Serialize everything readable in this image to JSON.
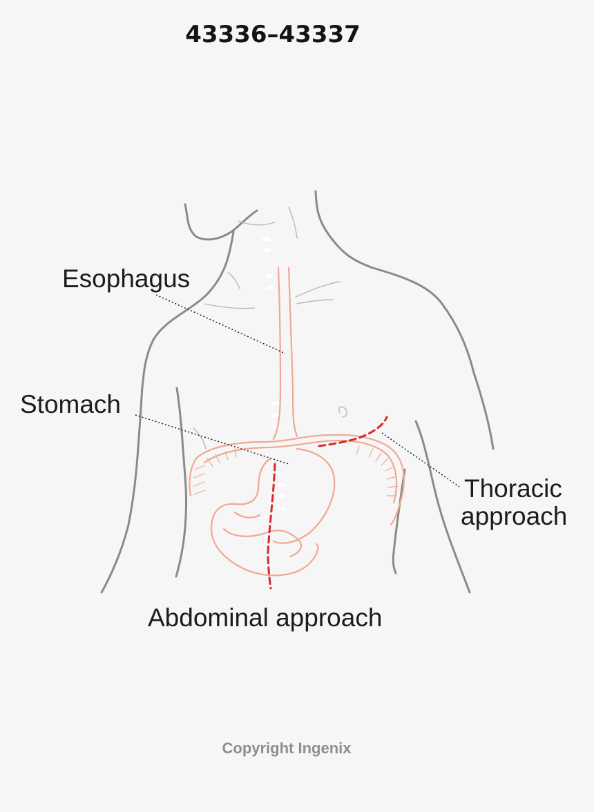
{
  "title": "43336–43337",
  "labels": {
    "esophagus": "Esophagus",
    "stomach": "Stomach",
    "thoracic_line1": "Thoracic",
    "thoracic_line2": "approach",
    "abdominal": "Abdominal approach"
  },
  "copyright": "Copyright Ingenix",
  "colors": {
    "background": "#f6f6f6",
    "body_outline": "#8a8a8a",
    "organ_outline": "#f0a890",
    "incision": "#d62828",
    "leader_line": "#1c1c1c"
  }
}
